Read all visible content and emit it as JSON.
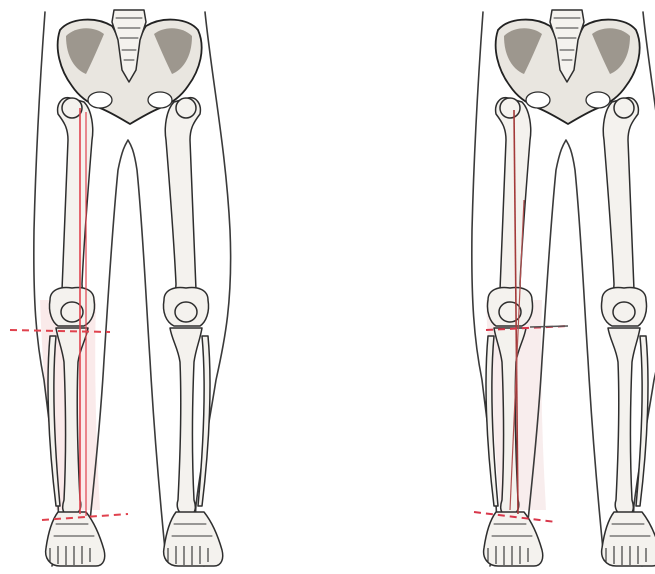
{
  "figures": [
    {
      "id": "left-figure",
      "axis_color": "#e0424e",
      "axis_style": "solid",
      "dash_color": "#e0424e",
      "limb_tint": "#e8b3b3"
    },
    {
      "id": "right-figure",
      "axis_color": "#a33a3a",
      "axis_style": "solid",
      "dash_color": "#d8364a",
      "limb_tint": "#e6c2c2"
    }
  ],
  "colors": {
    "outline": "#3a3a3a",
    "bone_fill": "#f4f2ee",
    "pelvis_dark": "#9d978e",
    "marker_red": "#e0424e"
  }
}
